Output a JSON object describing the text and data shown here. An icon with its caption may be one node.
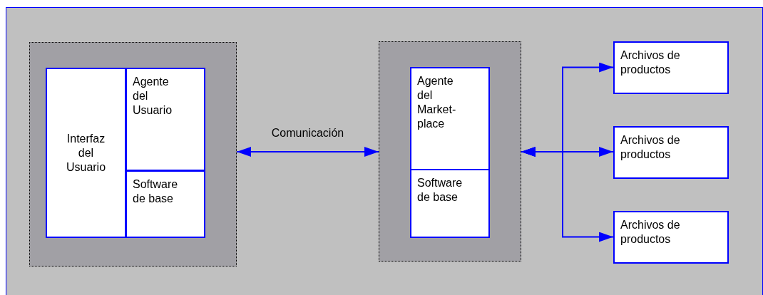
{
  "diagram": {
    "nodes": [
      {
        "text": [],
        "shape": "box"
      },
      {
        "text": [
          "Interfaz del Usuario"
        ],
        "in": 0
      },
      {
        "text": [
          "Agente del Usuario"
        ],
        "in": 0
      },
      {
        "text": [
          "Software de base"
        ],
        "in": 0
      },
      {
        "text": [],
        "shape": "box"
      },
      {
        "text": [
          "Agente del Market-place"
        ],
        "in": 4
      },
      {
        "text": [
          "Software de base"
        ],
        "in": 4
      },
      {
        "text": [
          "Archivos de productos"
        ]
      },
      {
        "text": [
          "Archivos de productos"
        ]
      },
      {
        "text": [
          "Archivos de productos"
        ]
      }
    ],
    "edges": [
      {
        "from": 0,
        "to": 4,
        "arrow": "both",
        "label": "Comunicación"
      },
      {
        "from": 4,
        "to": 7,
        "arrow": "both"
      },
      {
        "from": 4,
        "to": 8,
        "arrow": "both"
      },
      {
        "from": 4,
        "to": 9,
        "arrow": "both"
      }
    ]
  }
}
